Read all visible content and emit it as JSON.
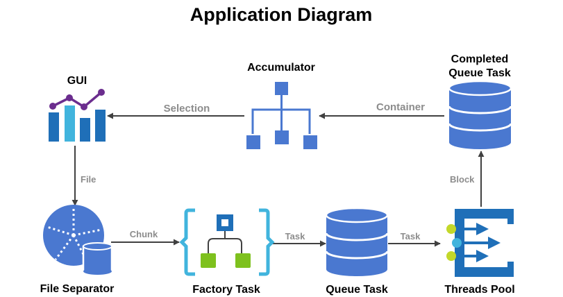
{
  "title": "Application Diagram",
  "nodes": {
    "gui": {
      "label": "GUI"
    },
    "accumulator": {
      "label": "Accumulator"
    },
    "completed_queue_task": {
      "label_lines": [
        "Completed",
        "Queue Task"
      ]
    },
    "file_separator": {
      "label": "File Separator"
    },
    "factory_task": {
      "label": "Factory Task"
    },
    "queue_task": {
      "label": "Queue Task"
    },
    "threads_pool": {
      "label": "Threads Pool"
    }
  },
  "edges": {
    "selection": "Selection",
    "container": "Container",
    "file": "File",
    "block": "Block",
    "chunk": "Chunk",
    "task_factory_to_queue": "Task",
    "task_queue_to_pool": "Task"
  },
  "colors": {
    "blue": "#4a78d0",
    "dark_blue": "#1f6fb8",
    "light_blue": "#41b4dd",
    "purple": "#6b2d8e",
    "green": "#7ec11e",
    "yellow_green": "#c3d82a",
    "arrow": "#404040",
    "edge_label": "#8c8c8c"
  },
  "icons": {
    "gui": "bar-chart-icon",
    "accumulator": "hierarchy-icon",
    "completed_queue_task": "database-icon",
    "file_separator": "pie-chart-database-icon",
    "factory_task": "workflow-icon",
    "queue_task": "database-icon",
    "threads_pool": "event-hub-icon"
  }
}
